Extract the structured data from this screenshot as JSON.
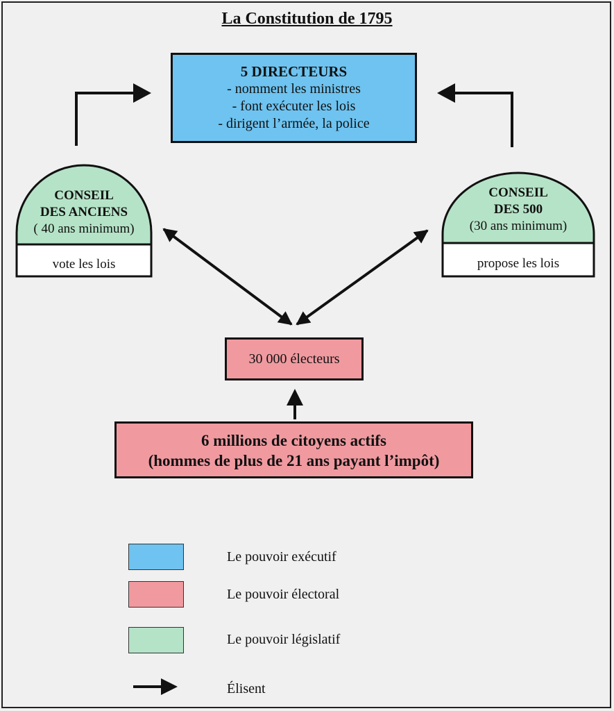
{
  "title": "La Constitution de 1795",
  "directeurs": {
    "heading": "5 DIRECTEURS",
    "lines": [
      "- nomment les ministres",
      "- font exécuter les lois",
      "- dirigent l’armée, la police"
    ]
  },
  "anciens": {
    "line1": "CONSEIL",
    "line2": "DES ANCIENS",
    "age": "( 40 ans minimum)",
    "role": "vote les lois"
  },
  "cinq_cents": {
    "line1": "CONSEIL",
    "line2": "DES 500",
    "age": "(30 ans minimum)",
    "role": "propose les lois"
  },
  "electeurs": "30 000 électeurs",
  "citoyens": {
    "line1": "6 millions de citoyens actifs",
    "line2": "(hommes de plus de 21 ans payant l’impôt)"
  },
  "legend": [
    {
      "label": "Le pouvoir exécutif",
      "color": "#6ec3f0"
    },
    {
      "label": "Le pouvoir électoral",
      "color": "#f09aa0"
    },
    {
      "label": "Le pouvoir législatif",
      "color": "#b5e3c7"
    },
    {
      "label": "Élisent",
      "icon": "arrow-right-icon"
    }
  ],
  "colors": {
    "executif": "#6ec3f0",
    "electoral": "#f09aa0",
    "legislatif": "#b5e3c7"
  }
}
